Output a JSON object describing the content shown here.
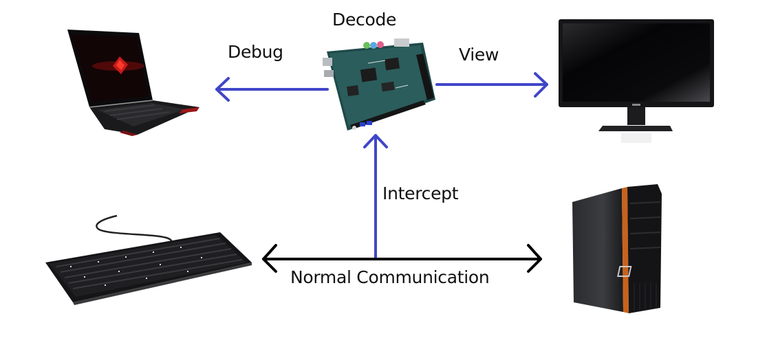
{
  "diagram": {
    "type": "hardware-interception-flow",
    "labels": {
      "decode": "Decode",
      "debug": "Debug",
      "view": "View",
      "intercept": "Intercept",
      "normal_communication": "Normal Communication"
    },
    "nodes": [
      {
        "id": "laptop",
        "depicts": "laptop-computer",
        "role": "debug host"
      },
      {
        "id": "fpga",
        "depicts": "fpga-development-board",
        "role": "decoder"
      },
      {
        "id": "monitor",
        "depicts": "lcd-monitor",
        "role": "display"
      },
      {
        "id": "keyboard",
        "depicts": "usb-keyboard",
        "role": "input device"
      },
      {
        "id": "desktop",
        "depicts": "desktop-tower-pc",
        "role": "host computer"
      }
    ],
    "edges": [
      {
        "from": "fpga",
        "to": "laptop",
        "label": "Debug",
        "color": "#4046c8",
        "direction": "one-way"
      },
      {
        "from": "fpga",
        "to": "monitor",
        "label": "View",
        "color": "#4046c8",
        "direction": "one-way"
      },
      {
        "from": "normal_communication_link",
        "to": "fpga",
        "label": "Intercept",
        "color": "#4046c8",
        "direction": "one-way"
      },
      {
        "from": "keyboard",
        "to": "desktop",
        "label": "Normal Communication",
        "color": "#000000",
        "direction": "two-way"
      }
    ],
    "colors": {
      "tap_arrow": "#4046c8",
      "link_arrow": "#000000",
      "background": "#ffffff"
    }
  }
}
